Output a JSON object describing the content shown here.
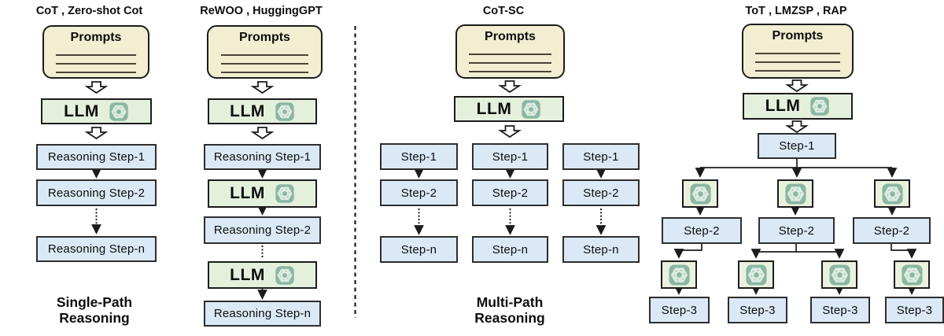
{
  "figure": {
    "panels": [
      {
        "header": "CoT , Zero-shot Cot"
      },
      {
        "header": "ReWOO , HuggingGPT"
      },
      {
        "header": "CoT-SC"
      },
      {
        "header": "ToT , LMZSP , RAP"
      }
    ],
    "sections": {
      "single_path": {
        "label": "Single-Path\nReasoning"
      },
      "multi_path": {
        "label": "Multi-Path\nReasoning"
      }
    },
    "labels": {
      "prompts": "Prompts",
      "llm": "LLM",
      "reasoning_step_1": "Reasoning Step-1",
      "reasoning_step_2": "Reasoning Step-2",
      "reasoning_step_n": "Reasoning Step-n",
      "step_1": "Step-1",
      "step_2": "Step-2",
      "step_3": "Step-3",
      "step_n": "Step-n"
    },
    "icons": {
      "gpt_logo": "openai-gpt-logo"
    },
    "colors": {
      "background": "#ffffff",
      "text": "#0d0d0d",
      "prompts_fill": "#f2eed2",
      "prompt_line": "#4a4435",
      "llm_fill": "#e4f0dc",
      "step_fill": "#dbe9f6",
      "gpt_box_fill": "#eaf1dd",
      "gpt_icon_bg": "#8ab7a3",
      "gpt_icon_swirl": "#dcebdd",
      "box_border": "#1c1c1c",
      "step_border": "#2e2e2e",
      "connector": "#1c1c1c"
    }
  }
}
